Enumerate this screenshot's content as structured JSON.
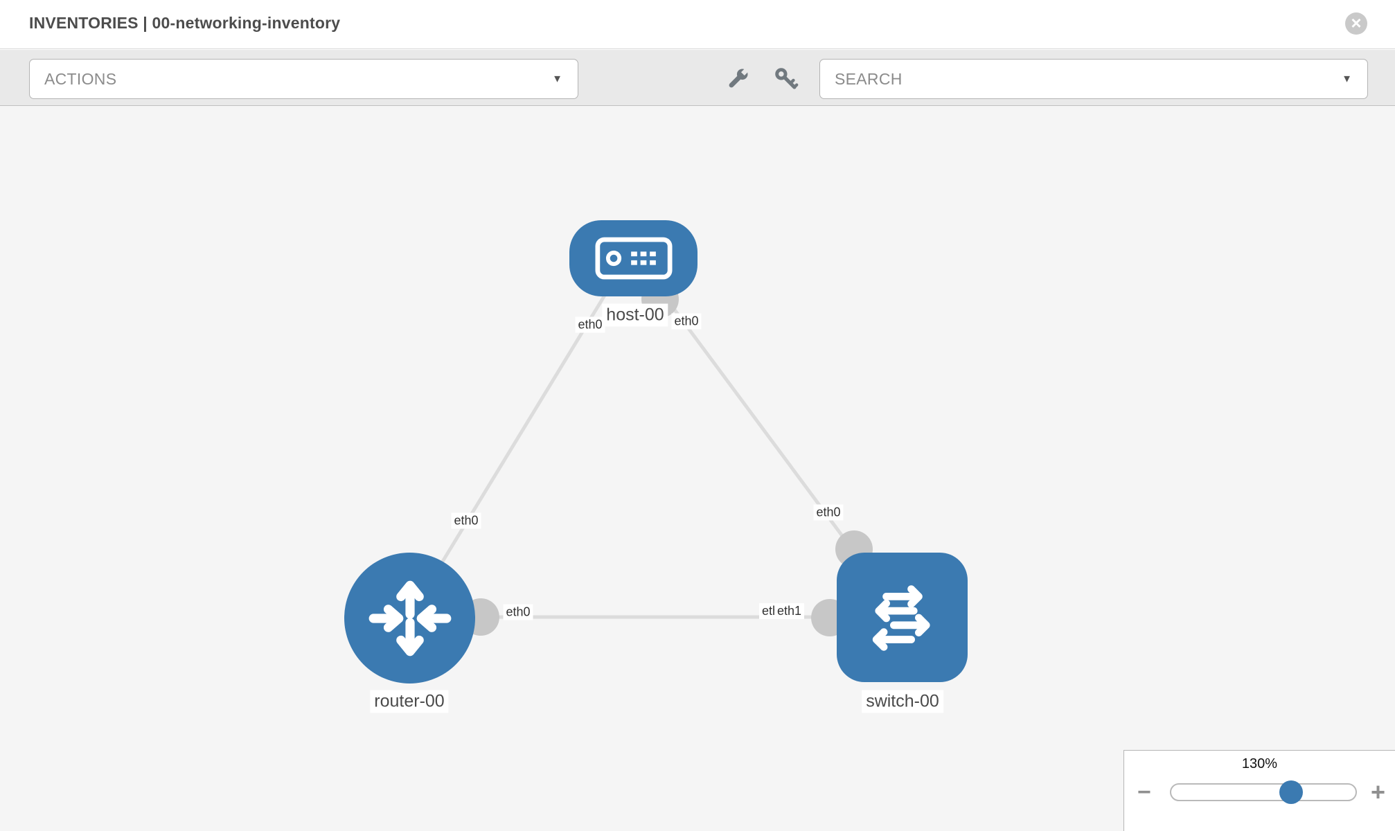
{
  "header": {
    "title": "INVENTORIES | 00-networking-inventory",
    "close_glyph": "×"
  },
  "toolbar": {
    "actions_label": "ACTIONS",
    "search_label": "SEARCH",
    "caret_glyph": "▼",
    "icons": [
      "wrench-icon",
      "key-icon"
    ]
  },
  "topology": {
    "nodes": [
      {
        "id": "host-00",
        "type": "host",
        "label": "host-00"
      },
      {
        "id": "router-00",
        "type": "router",
        "label": "router-00"
      },
      {
        "id": "switch-00",
        "type": "switch",
        "label": "switch-00"
      }
    ],
    "links": [
      {
        "from": "host-00",
        "from_port": "eth0",
        "to": "router-00",
        "to_port": "eth0"
      },
      {
        "from": "host-00",
        "from_port": "eth0",
        "to": "switch-00",
        "to_port": "eth0"
      },
      {
        "from": "router-00",
        "from_port": "eth0",
        "to": "switch-00",
        "to_port": "eth1",
        "to_port_overlapped": "eth1"
      }
    ]
  },
  "zoom_control": {
    "level_label": "130%",
    "decrease_label": "−",
    "increase_label": "+"
  },
  "colors": {
    "node_blue": "#3b7ab1",
    "link_gray": "#dcdcdc",
    "port_dot_gray": "#c7c7c7",
    "canvas_bg": "#f5f5f5"
  }
}
